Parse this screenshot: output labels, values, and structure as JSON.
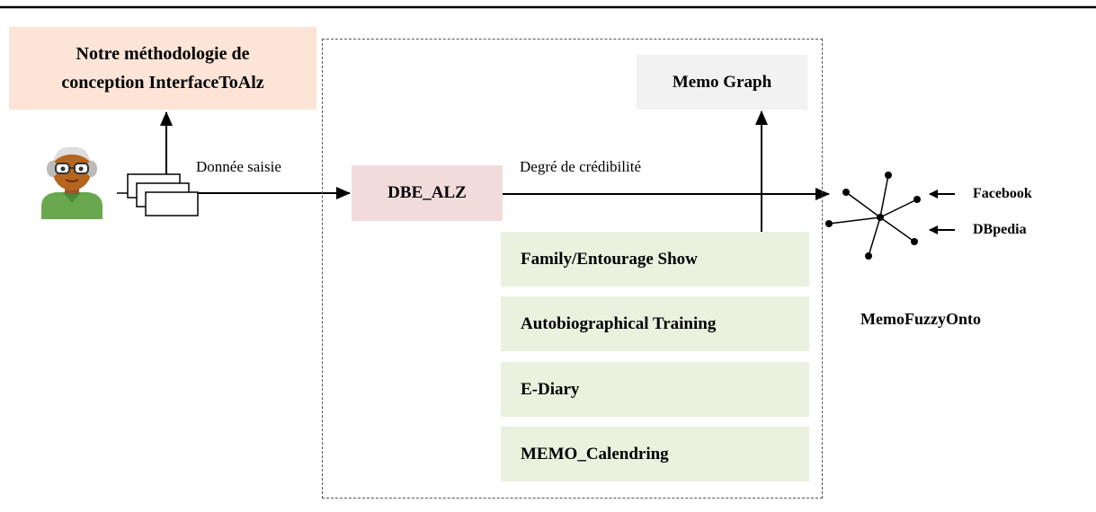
{
  "diagram": {
    "methodology": {
      "line1": "Notre méthodologie de",
      "line2": "conception InterfaceToAlz"
    },
    "edge_input": "Donnée saisie",
    "dbe": "DBE_ALZ",
    "edge_cred": "Degré de crédibilité",
    "memo_graph": "Memo Graph",
    "modules": [
      "Family/Entourage Show",
      "Autobiographical Training",
      "E-Diary",
      "MEMO_Calendring"
    ],
    "sources": [
      "Facebook",
      "DBpedia"
    ],
    "ontology": "MemoFuzzyOnto"
  },
  "colors": {
    "methodology_fill": "#fce4d6",
    "dbe_fill": "#f2dcdb",
    "memo_graph_fill": "#f2f2f2",
    "module_fill": "#ebf1de"
  },
  "icons": {
    "user": "elderly-man-avatar-icon",
    "forms": "stacked-forms-icon",
    "graph": "ontology-graph-icon"
  }
}
